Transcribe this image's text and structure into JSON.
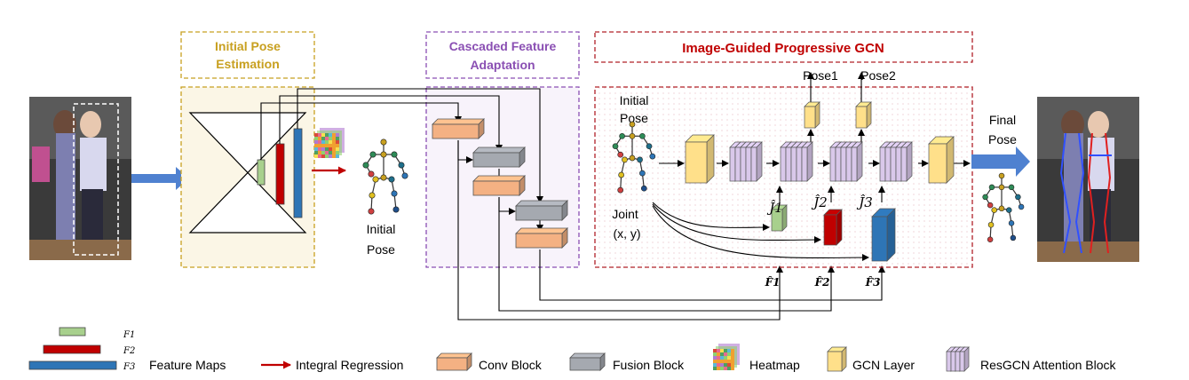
{
  "sections": {
    "initial_pose_estimation": {
      "title_line1": "Initial Pose",
      "title_line2": "Estimation"
    },
    "cascaded_feature_adaptation": {
      "title_line1": "Cascaded Feature",
      "title_line2": "Adaptation"
    },
    "progressive_gcn": {
      "title": "Image-Guided Progressive GCN"
    }
  },
  "labels": {
    "initial_pose_a_line1": "Initial",
    "initial_pose_a_line2": "Pose",
    "initial_pose_b_line1": "Initial",
    "initial_pose_b_line2": "Pose",
    "joint_line1": "Joint",
    "joint_line2": "(x, y)",
    "pose1": "Pose1",
    "pose2": "Pose2",
    "final_pose_line1": "Final",
    "final_pose_line2": "Pose",
    "j1": "Ĵ1",
    "j2": "Ĵ2",
    "j3": "Ĵ3",
    "f1": "F̂1",
    "f2": "F̂2",
    "f3": "F̂3"
  },
  "legend": {
    "f1": "F1",
    "f2": "F2",
    "f3": "F3",
    "feature_maps": "Feature Maps",
    "integral_regression": "Integral Regression",
    "conv_block": "Conv Block",
    "fusion_block": "Fusion Block",
    "heatmap": "Heatmap",
    "gcn_layer": "GCN Layer",
    "resgcn_block": "ResGCN Attention Block"
  },
  "colors": {
    "gold": "#c8a020",
    "purple": "#8a4fb3",
    "darkred": "#b02028",
    "green": "#a8d08d",
    "red": "#c00000",
    "blue": "#2e75b6",
    "conv": "#f4b183",
    "fusion": "#a5a9b0",
    "gcn": "#ffe08a",
    "resgcn": "#d9c8ea",
    "big_arrow": "#4f81d0"
  }
}
